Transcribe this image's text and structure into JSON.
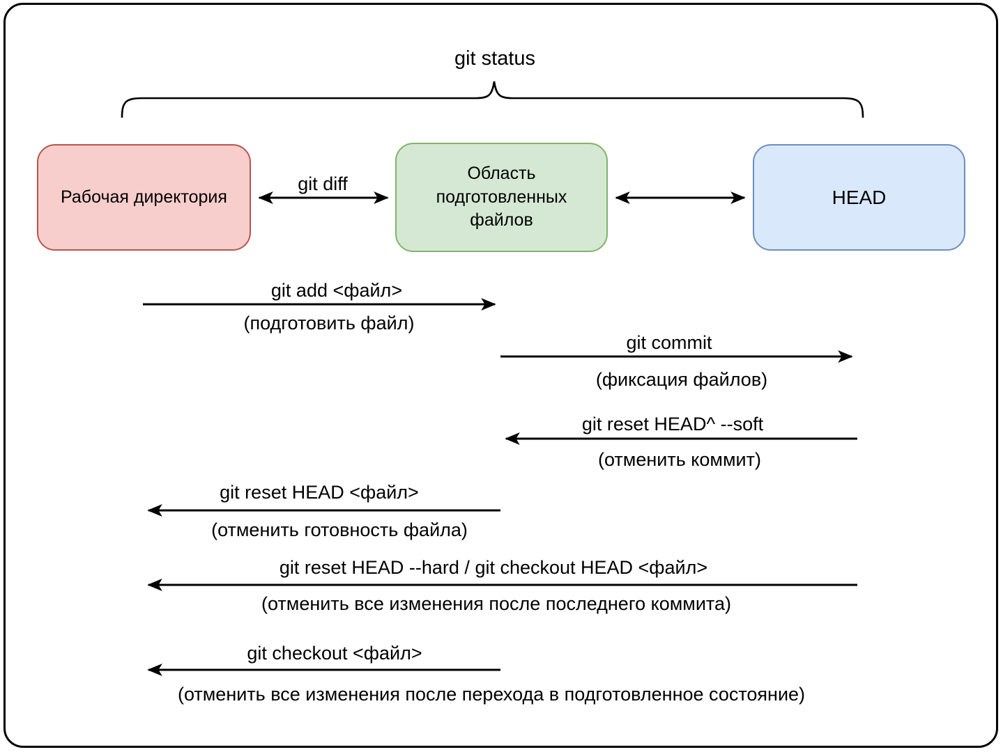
{
  "title": "git status",
  "boxes": {
    "working": {
      "label": "Рабочая директория",
      "fill": "#f8cecc",
      "border": "#b85450"
    },
    "staging": {
      "label": "Область подготовленных файлов",
      "fill": "#d5e8d4",
      "border": "#82b366"
    },
    "head": {
      "label": "HEAD",
      "fill": "#dae8fc",
      "border": "#6c8ebf"
    }
  },
  "git_diff_label": "git diff",
  "arrows": [
    {
      "command": "git add <файл>",
      "description": "(подготовить файл)",
      "direction": "right",
      "from": "working",
      "to": "staging"
    },
    {
      "command": "git commit",
      "description": "(фиксация файлов)",
      "direction": "right",
      "from": "staging",
      "to": "head"
    },
    {
      "command": "git reset HEAD^ --soft",
      "description": "(отменить коммит)",
      "direction": "left",
      "from": "head",
      "to": "staging"
    },
    {
      "command": "git reset HEAD <файл>",
      "description": "(отменить готовность файла)",
      "direction": "left",
      "from": "staging",
      "to": "working"
    },
    {
      "command": "git reset HEAD --hard / git checkout HEAD <файл>",
      "description": "(отменить все изменения после последнего коммита)",
      "direction": "left",
      "from": "head",
      "to": "working"
    },
    {
      "command": "git checkout <файл>",
      "description": "(отменить все изменения после перехода в подготовленное состояние)",
      "direction": "left",
      "from": "staging",
      "to": "working"
    }
  ]
}
